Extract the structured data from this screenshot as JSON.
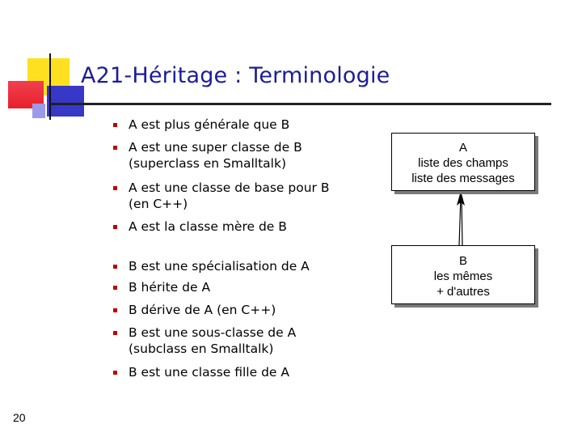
{
  "slide": {
    "title": "A21-Héritage : Terminologie",
    "page_number": "20"
  },
  "bullets": [
    {
      "line1": "A est plus générale que B",
      "line2": ""
    },
    {
      "line1": "A est une super classe de B",
      "line2": " (superclass en Smalltalk)"
    },
    {
      "line1": "A est une classe de base pour B",
      "line2": "(en C++)"
    },
    {
      "line1": "A est la classe mère de B",
      "line2": ""
    },
    {
      "line1": "B est une spécialisation de A",
      "line2": ""
    },
    {
      "line1": "B hérite de A",
      "line2": ""
    },
    {
      "line1": "B dérive de A (en C++)",
      "line2": ""
    },
    {
      "line1": "B est une sous-classe de A",
      "line2": " (subclass en Smalltalk)"
    },
    {
      "line1": "B est une classe fille de A",
      "line2": ""
    }
  ],
  "diagram": {
    "box_a": {
      "name": "A",
      "line1": "liste des champs",
      "line2": "liste des messages"
    },
    "box_b": {
      "name": "B",
      "line1": "les mêmes",
      "line2": "+ d'autres"
    }
  },
  "colors": {
    "title": "#1c1c9c",
    "bullet": "#c00000",
    "deco_yellow": "#ffe020",
    "deco_red": "#e8202a",
    "deco_blue": "#3838c8"
  }
}
